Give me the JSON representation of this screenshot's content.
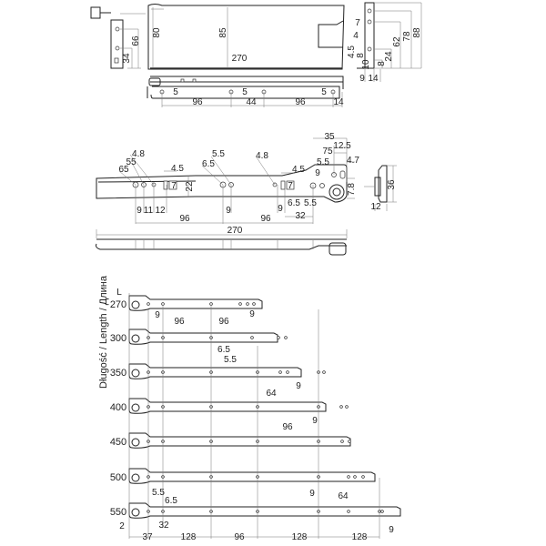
{
  "top_view": {
    "bracket": {
      "d1": "34",
      "d2": "66"
    },
    "side_panel": {
      "height_inner": "80",
      "height": "85",
      "length": "270"
    },
    "rail_bottom": {
      "holes": [
        "5",
        "5",
        "5"
      ],
      "spacing": [
        "96",
        "44",
        "96",
        "14"
      ]
    },
    "profile": {
      "d7": "7",
      "d4": "4",
      "d45": "4.5",
      "d8a": "8",
      "d10": "10",
      "d8b": "8",
      "d24": "24",
      "d62": "62",
      "d78": "78",
      "d88": "88",
      "d9": "9",
      "d14": "14"
    }
  },
  "rail_detail": {
    "top_labels": {
      "a35": "35",
      "a125": "12.5",
      "a75": "75",
      "a47": "4.7",
      "a55r": "5.5",
      "a9r": "9",
      "a78": "7.8",
      "a48l": "4.8",
      "a55l": "55",
      "a65l": "65",
      "a45l": "4.5",
      "a22": "22",
      "a65m": "6.5",
      "a55m": "5.5",
      "a48m": "4.8",
      "a45m": "4.5",
      "slot1": "7",
      "slot2": "7"
    },
    "bottom_labels": {
      "b9a": "9",
      "b11": "11",
      "b12": "12",
      "b96a": "96",
      "b9b": "9",
      "b96b": "96",
      "b9c": "9",
      "b65": "6.5",
      "b55": "5.5",
      "b32": "32"
    },
    "length": "270",
    "profile": {
      "h": "36",
      "w": "12"
    }
  },
  "length_table": {
    "axis_label": "Długość / Length / Длина",
    "L": "L",
    "lengths": [
      "270",
      "300",
      "350",
      "400",
      "450",
      "500",
      "550"
    ],
    "labels": {
      "r1_9a": "9",
      "r1_96a": "96",
      "r1_96b": "96",
      "r1_9b": "9",
      "r2_65": "6.5",
      "r2_55": "5.5",
      "r3_64": "64",
      "r3_9": "9",
      "r4_96": "96",
      "r4_9": "9",
      "r6_9": "9",
      "r6_64": "64",
      "r7_55": "5.5",
      "r7_65": "6.5",
      "r7_32": "32",
      "r7_2": "2",
      "r7_37": "37",
      "r7_128a": "128",
      "r7_96": "96",
      "r7_128b": "128",
      "r7_128c": "128",
      "r7_9": "9"
    }
  }
}
